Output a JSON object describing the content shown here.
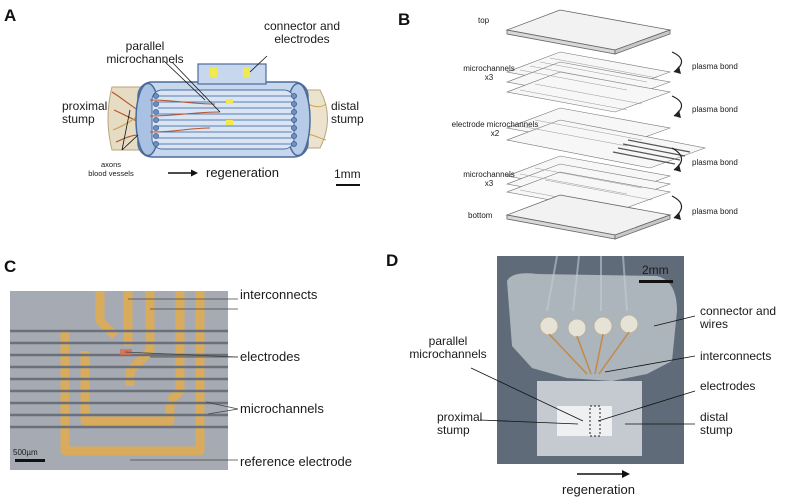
{
  "panels": {
    "A": {
      "letter": "A",
      "labels": {
        "parallel_microchannels": "parallel\nmicrochannels",
        "connector_electrodes": "connector and\nelectrodes",
        "proximal_stump": "proximal\nstump",
        "distal_stump": "distal\nstump",
        "axons_blood_vessels": "axons\nblood vessels",
        "regeneration": "regeneration",
        "scale": "1mm"
      }
    },
    "B": {
      "letter": "B",
      "labels": {
        "top": "top",
        "microchannels_x3_a": "microchannels\nx3",
        "electrode_microchannels_x2": "electrode microchannels\nx2",
        "microchannels_x3_b": "microchannels\nx3",
        "bottom": "bottom",
        "plasma_bond": "plasma bond"
      }
    },
    "C": {
      "letter": "C",
      "labels": {
        "interconnects": "interconnects",
        "electrodes": "electrodes",
        "microchannels": "microchannels",
        "reference_electrode": "reference electrode",
        "scale": "500µm"
      }
    },
    "D": {
      "letter": "D",
      "labels": {
        "scale": "2mm",
        "connector_wires": "connector and\nwires",
        "parallel_microchannels": "parallel\nmicrochannels",
        "interconnects": "interconnects",
        "electrodes": "electrodes",
        "proximal_stump": "proximal\nstump",
        "distal_stump": "distal\nstump",
        "regeneration": "regeneration"
      }
    }
  },
  "colors": {
    "tube": "#9ab7dc",
    "electrode_pad": "#f2e94e",
    "gold": "#d4a853",
    "axon": "#b5552e",
    "photoC_bg": "#9fa4ae",
    "photoD_bg": "#5e6a77"
  }
}
